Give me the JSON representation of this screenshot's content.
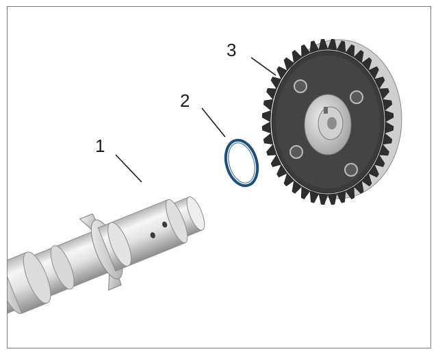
{
  "callouts": [
    {
      "id": "camshaft",
      "number": "1"
    },
    {
      "id": "seal-ring",
      "number": "2"
    },
    {
      "id": "sprocket",
      "number": "3"
    }
  ],
  "colors": {
    "frame_border": "#7a7a7a",
    "sprocket_face": "#3b3b3b",
    "sprocket_teeth": "#2e2e2e",
    "ring": "#1f4e79",
    "shaft_light": "#ececec",
    "shaft_shadow": "#9a9a9a"
  }
}
